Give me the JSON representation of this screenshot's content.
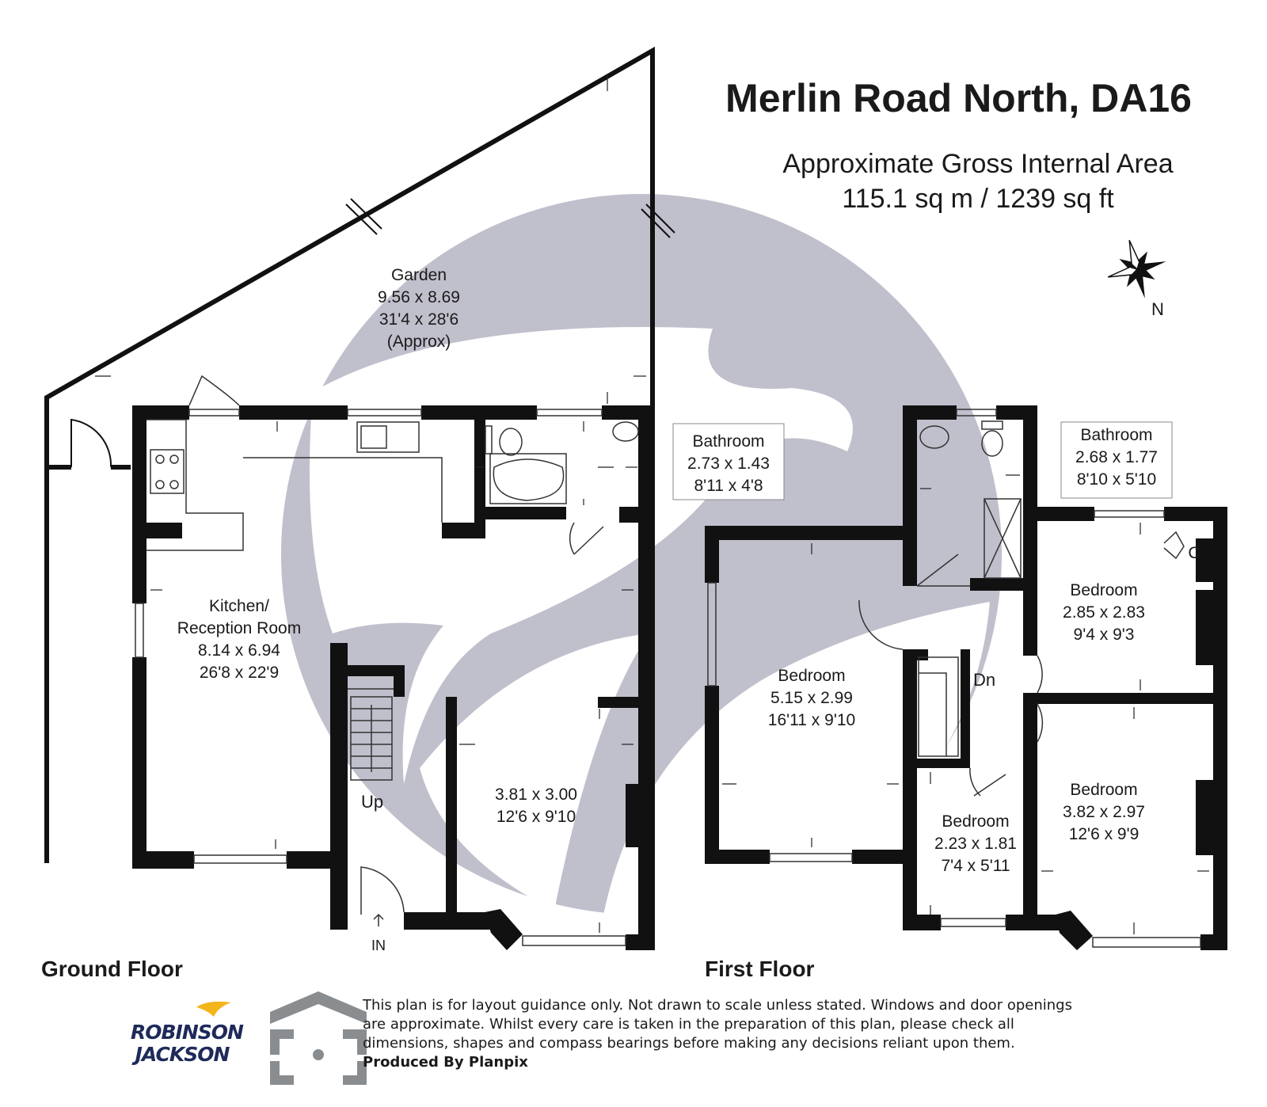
{
  "header": {
    "title": "Merlin Road North, DA16",
    "area_heading": "Approximate Gross Internal Area",
    "area_value": "115.1 sq m / 1239 sq ft"
  },
  "compass": {
    "label": "N"
  },
  "floors": {
    "ground": "Ground Floor",
    "first": "First Floor"
  },
  "ground_floor": {
    "garden": {
      "name": "Garden",
      "metric": "9.56 x 8.69",
      "imperial": "31'4 x 28'6",
      "note": "(Approx)"
    },
    "kitchen": {
      "name1": "Kitchen/",
      "name2": "Reception Room",
      "metric": "8.14 x 6.94",
      "imperial": "26'8 x 22'9"
    },
    "bathroom": {
      "name": "Bathroom",
      "metric": "2.73 x 1.43",
      "imperial": "8'11 x 4'8"
    },
    "front_room": {
      "metric": "3.81 x 3.00",
      "imperial": "12'6 x 9'10"
    },
    "stairs_label": "Up",
    "entrance_label": "IN"
  },
  "first_floor": {
    "bathroom": {
      "name": "Bathroom",
      "metric": "2.68 x 1.77",
      "imperial": "8'10 x 5'10"
    },
    "bedroom_large": {
      "name": "Bedroom",
      "metric": "5.15 x 2.99",
      "imperial": "16'11 x 9'10"
    },
    "bedroom_back": {
      "name": "Bedroom",
      "metric": "2.85 x 2.83",
      "imperial": "9'4 x 9'3"
    },
    "bedroom_front": {
      "name": "Bedroom",
      "metric": "3.82 x 2.97",
      "imperial": "12'6 x 9'9"
    },
    "bedroom_small": {
      "name": "Bedroom",
      "metric": "2.23 x 1.81",
      "imperial": "7'4 x 5'11"
    },
    "cupboard_label": "C",
    "stairs_label": "Dn"
  },
  "branding": {
    "line1": "ROBINSON",
    "line2": "JACKSON"
  },
  "disclaimer": {
    "line1": "This plan is for layout guidance only. Not drawn to scale unless stated. Windows and door openings",
    "line2": "are approximate. Whilst every care is taken in the preparation of this plan, please check all",
    "line3": "dimensions, shapes and compass bearings before making any decisions reliant upon them.",
    "producer": "Produced By Planpix"
  },
  "colors": {
    "wall": "#111111",
    "watermark": "#c0bfcc",
    "brand_navy": "#1e2a5a",
    "brand_gold": "#f2b51c",
    "logo_grey": "#8a8d90"
  }
}
